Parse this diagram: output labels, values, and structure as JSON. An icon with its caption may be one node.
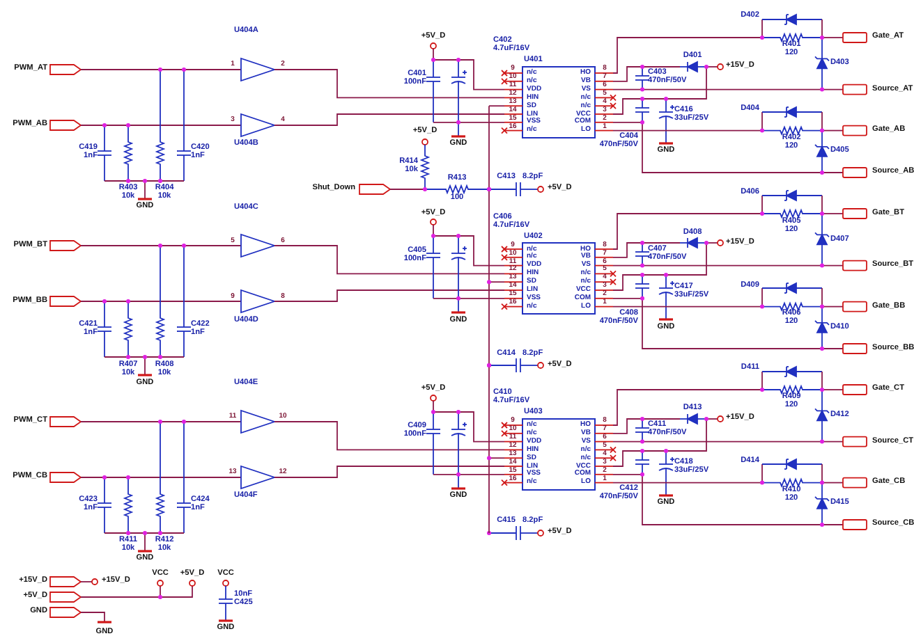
{
  "diagram": {
    "labels": [
      "U404A",
      "PWM_AT",
      "1",
      "2",
      "PWM_AB",
      "3",
      "4",
      "C419",
      "1nF",
      "C420",
      "1nF",
      "R403",
      "10k",
      "R404",
      "10k",
      "GND",
      "U404B",
      "+5V_D",
      "C401",
      "100nF",
      "C402",
      "4.7uF/16V",
      "GND",
      "U401",
      "9",
      "n/c",
      "HO",
      "8",
      "10",
      "n/c",
      "VB",
      "7",
      "11",
      "VDD",
      "VS",
      "6",
      "12",
      "HIN",
      "n/c",
      "5",
      "13",
      "SD",
      "n/c",
      "4",
      "14",
      "LIN",
      "VCC",
      "3",
      "15",
      "VSS",
      "COM",
      "2",
      "16",
      "n/c",
      "LO",
      "1",
      "C403",
      "470nF/50V",
      "D401",
      "+15V_D",
      "C416",
      "33uF/25V",
      "GND",
      "C404",
      "470nF/50V",
      "D402",
      "Gate_AT",
      "R401",
      "120",
      "D403",
      "Source_AT",
      "D404",
      "Gate_AB",
      "R402",
      "120",
      "D405",
      "Source_AB",
      "+5V_D",
      "R414",
      "10k",
      "Shut_Down",
      "R413",
      "100",
      "C413",
      "8.2pF",
      "+5V_D",
      "U404C",
      "PWM_BT",
      "5",
      "6",
      "PWM_BB",
      "9",
      "8",
      "C421",
      "1nF",
      "C422",
      "1nF",
      "R407",
      "10k",
      "R408",
      "10k",
      "GND",
      "U404D",
      "+5V_D",
      "C405",
      "100nF",
      "C406",
      "4.7uF/16V",
      "GND",
      "U402",
      "9",
      "n/c",
      "HO",
      "8",
      "10",
      "n/c",
      "VB",
      "7",
      "11",
      "VDD",
      "VS",
      "6",
      "12",
      "HIN",
      "n/c",
      "5",
      "13",
      "SD",
      "n/c",
      "4",
      "14",
      "LIN",
      "VCC",
      "3",
      "15",
      "VSS",
      "COM",
      "2",
      "16",
      "n/c",
      "LO",
      "1",
      "C407",
      "470nF/50V",
      "D408",
      "+15V_D",
      "C417",
      "33uF/25V",
      "GND",
      "C408",
      "470nF/50V",
      "D406",
      "Gate_BT",
      "R405",
      "120",
      "D407",
      "Source_BT",
      "D409",
      "Gate_BB",
      "R406",
      "120",
      "D410",
      "Source_BB",
      "C414",
      "8.2pF",
      "+5V_D",
      "U404E",
      "PWM_CT",
      "11",
      "10",
      "PWM_CB",
      "13",
      "12",
      "C423",
      "1nF",
      "C424",
      "1nF",
      "R411",
      "10k",
      "R412",
      "10k",
      "GND",
      "U404F",
      "+5V_D",
      "C409",
      "100nF",
      "C410",
      "4.7uF/16V",
      "GND",
      "U403",
      "9",
      "n/c",
      "HO",
      "8",
      "10",
      "n/c",
      "VB",
      "7",
      "11",
      "VDD",
      "VS",
      "6",
      "12",
      "HIN",
      "n/c",
      "5",
      "13",
      "SD",
      "n/c",
      "4",
      "14",
      "LIN",
      "VCC",
      "3",
      "15",
      "VSS",
      "COM",
      "2",
      "16",
      "n/c",
      "LO",
      "1",
      "C411",
      "470nF/50V",
      "D413",
      "+15V_D",
      "C418",
      "33uF/25V",
      "GND",
      "C412",
      "470nF/50V",
      "D411",
      "Gate_CT",
      "R409",
      "120",
      "D412",
      "Source_CT",
      "D414",
      "Gate_CB",
      "R410",
      "120",
      "D415",
      "Source_CB",
      "C415",
      "8.2pF",
      "+5V_D",
      "+15V_D",
      "+15V_D",
      "VCC",
      "+5V_D",
      "VCC",
      "10nF",
      "C425",
      "+5V_D",
      "GND",
      "GND",
      "GND"
    ]
  }
}
